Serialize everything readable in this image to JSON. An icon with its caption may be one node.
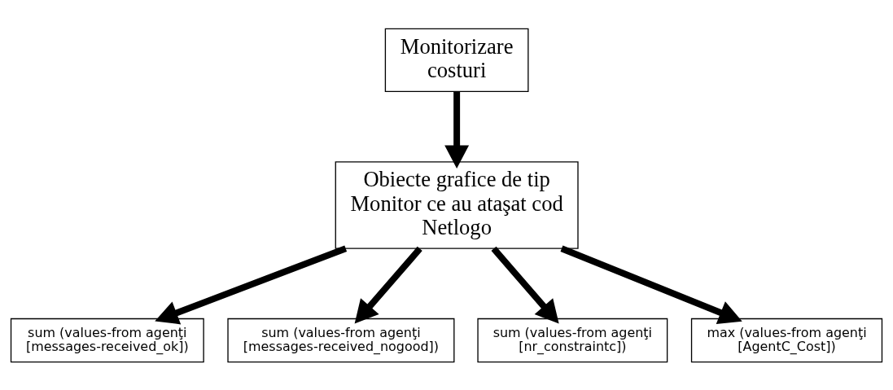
{
  "diagram": {
    "nodes": [
      {
        "text": [
          "Monitorizare costuri"
        ]
      },
      {
        "text": [
          "Obiecte grafice de tip Monitor ce au ataşat cod Netlogo"
        ]
      },
      {
        "text": [
          "sum (values-from agenţi [messages-received_ok])"
        ]
      },
      {
        "text": [
          "sum (values-from agenţi [messages-received_nogood])"
        ]
      },
      {
        "text": [
          "sum (values-from agenţi [nr_constraintc])"
        ]
      },
      {
        "text": [
          "max (values-from agenţi [AgentC_Cost])"
        ]
      }
    ],
    "edges": [
      {
        "from": 0,
        "to": 1,
        "arrow": "to"
      },
      {
        "from": 1,
        "to": 2,
        "arrow": "to"
      },
      {
        "from": 1,
        "to": 3,
        "arrow": "to"
      },
      {
        "from": 1,
        "to": 4,
        "arrow": "to"
      },
      {
        "from": 1,
        "to": 5,
        "arrow": "to"
      }
    ]
  }
}
